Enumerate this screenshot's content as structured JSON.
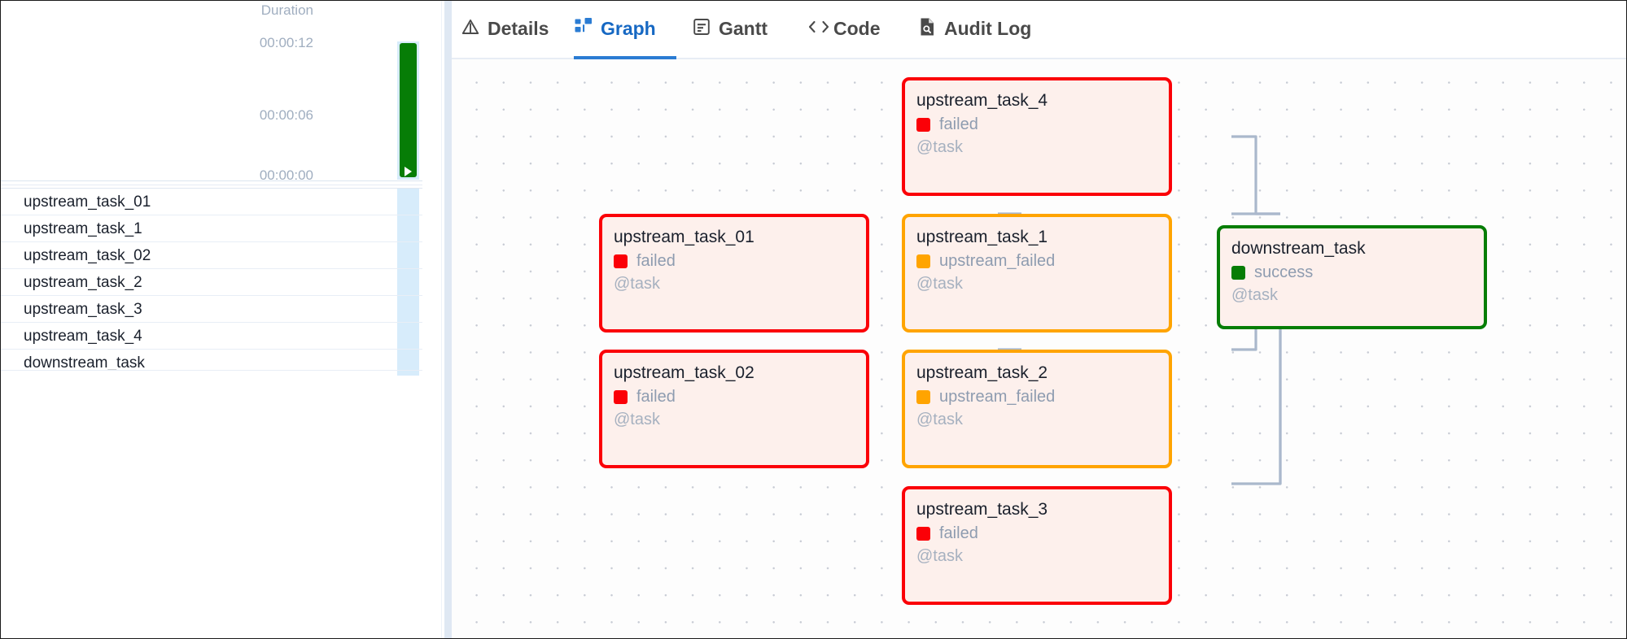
{
  "left_panel": {
    "duration_chart": {
      "title": "Duration",
      "axis_labels": [
        "00:00:12",
        "00:00:06",
        "00:00:00"
      ],
      "bar_color": "#067d06",
      "bar_state": "success"
    },
    "task_rows": [
      {
        "label": "upstream_task_01",
        "state": "failed",
        "color": "#fb0007"
      },
      {
        "label": "upstream_task_1",
        "state": "upstream_failed",
        "color": "#ffa400"
      },
      {
        "label": "upstream_task_02",
        "state": "failed",
        "color": "#fb0007"
      },
      {
        "label": "upstream_task_2",
        "state": "upstream_failed",
        "color": "#ffa400"
      },
      {
        "label": "upstream_task_3",
        "state": "failed",
        "color": "#fb0007"
      },
      {
        "label": "upstream_task_4",
        "state": "failed",
        "color": "#fb0007"
      },
      {
        "label": "downstream_task",
        "state": "success",
        "color": "#067d06"
      }
    ]
  },
  "tabs": [
    {
      "label": "Details",
      "icon": "warning-triangle-icon",
      "active": false
    },
    {
      "label": "Graph",
      "icon": "sitemap-graph-icon",
      "active": true
    },
    {
      "label": "Gantt",
      "icon": "gantt-chart-icon",
      "active": false
    },
    {
      "label": "Code",
      "icon": "code-brackets-icon",
      "active": false
    },
    {
      "label": "Audit Log",
      "icon": "document-search-icon",
      "active": false
    }
  ],
  "graph": {
    "accent_color": "#2b7cd3",
    "edge_color": "#aab8cc",
    "node_fill": "#fdf0ec",
    "nodes": [
      {
        "id": "upstream_task_4",
        "title": "upstream_task_4",
        "state": "failed",
        "operator": "@task",
        "border_color": "#fb0007",
        "state_color": "#fb0007"
      },
      {
        "id": "upstream_task_01",
        "title": "upstream_task_01",
        "state": "failed",
        "operator": "@task",
        "border_color": "#fb0007",
        "state_color": "#fb0007"
      },
      {
        "id": "upstream_task_1",
        "title": "upstream_task_1",
        "state": "upstream_failed",
        "operator": "@task",
        "border_color": "#ffa400",
        "state_color": "#ffa400"
      },
      {
        "id": "downstream_task",
        "title": "downstream_task",
        "state": "success",
        "operator": "@task",
        "border_color": "#067d06",
        "state_color": "#067d06"
      },
      {
        "id": "upstream_task_02",
        "title": "upstream_task_02",
        "state": "failed",
        "operator": "@task",
        "border_color": "#fb0007",
        "state_color": "#fb0007"
      },
      {
        "id": "upstream_task_2",
        "title": "upstream_task_2",
        "state": "upstream_failed",
        "operator": "@task",
        "border_color": "#ffa400",
        "state_color": "#ffa400"
      },
      {
        "id": "upstream_task_3",
        "title": "upstream_task_3",
        "state": "failed",
        "operator": "@task",
        "border_color": "#fb0007",
        "state_color": "#fb0007"
      }
    ]
  }
}
